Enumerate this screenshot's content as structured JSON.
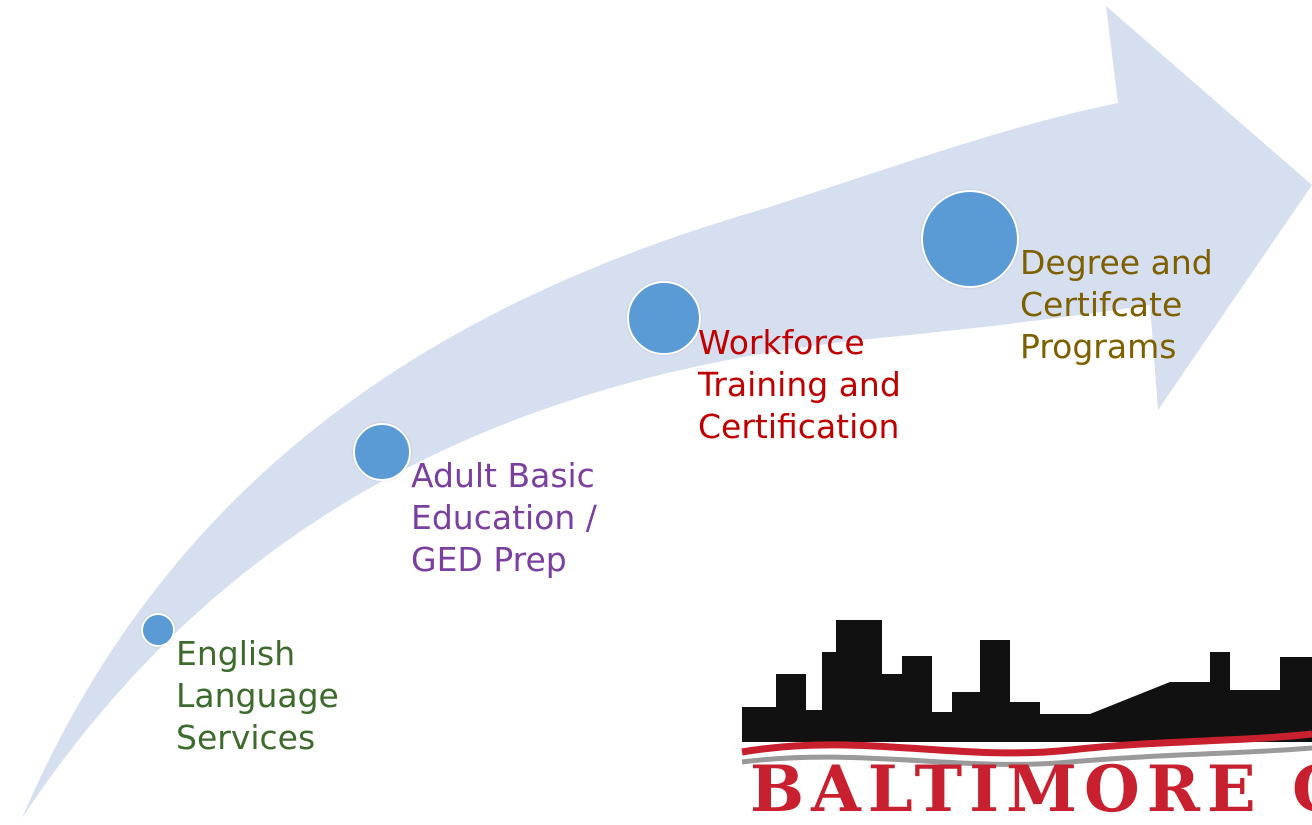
{
  "colors": {
    "arrow": "#d6dff0",
    "dot": "#5b9bd5",
    "skyline": "#111111",
    "swoosh_red": "#c8202f",
    "swoosh_gray": "#9a9a9a",
    "logo_text": "#c8202f"
  },
  "steps": [
    {
      "lines": [
        "English",
        "Language",
        "Services"
      ],
      "color": "#3d6b2c"
    },
    {
      "lines": [
        "Adult Basic",
        "Education /",
        "GED Prep"
      ],
      "color": "#7b3fa0"
    },
    {
      "lines": [
        "Workforce",
        "Training and",
        "Certification"
      ],
      "color": "#c00000"
    },
    {
      "lines": [
        "Degree and",
        "Certifcate",
        "Programs"
      ],
      "color": "#7f6000"
    }
  ],
  "logo": {
    "text": "BALTIMORE CIT"
  }
}
